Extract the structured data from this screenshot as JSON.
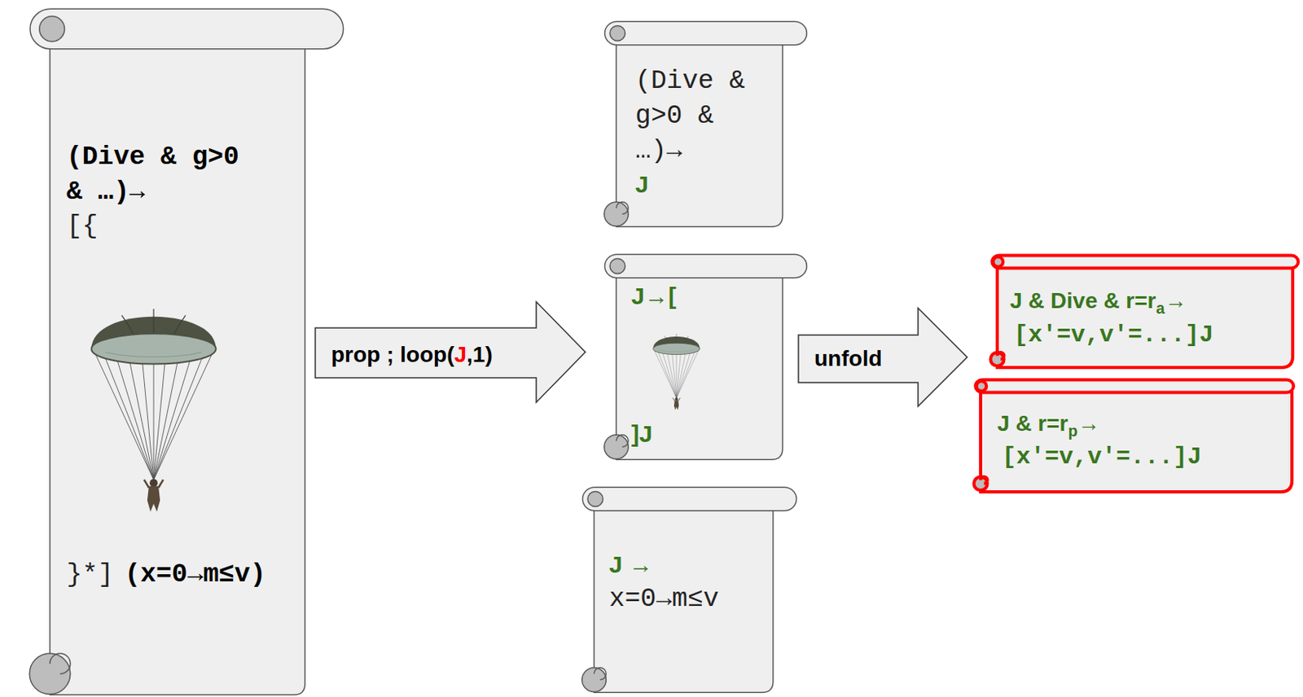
{
  "diagram": {
    "nodes": [
      {
        "text": [
          "(Dive & g>0 & …)→",
          "[{",
          "}*]",
          "(x=0→m≤v)"
        ]
      },
      {
        "text": [
          "prop ; loop(J,1)"
        ]
      },
      {
        "text": [
          "(Dive & g>0 & …)→",
          "J"
        ]
      },
      {
        "text": [
          "J→[",
          "]J"
        ]
      },
      {
        "text": [
          "J →",
          "x=0→m≤v"
        ]
      },
      {
        "text": [
          "unfold"
        ]
      },
      {
        "text": [
          "J & Dive & r=ra→",
          "[x′=v,v′=...]J"
        ]
      },
      {
        "text": [
          "J & r=rp→",
          "[x′=v,v′=...]J"
        ]
      }
    ]
  }
}
